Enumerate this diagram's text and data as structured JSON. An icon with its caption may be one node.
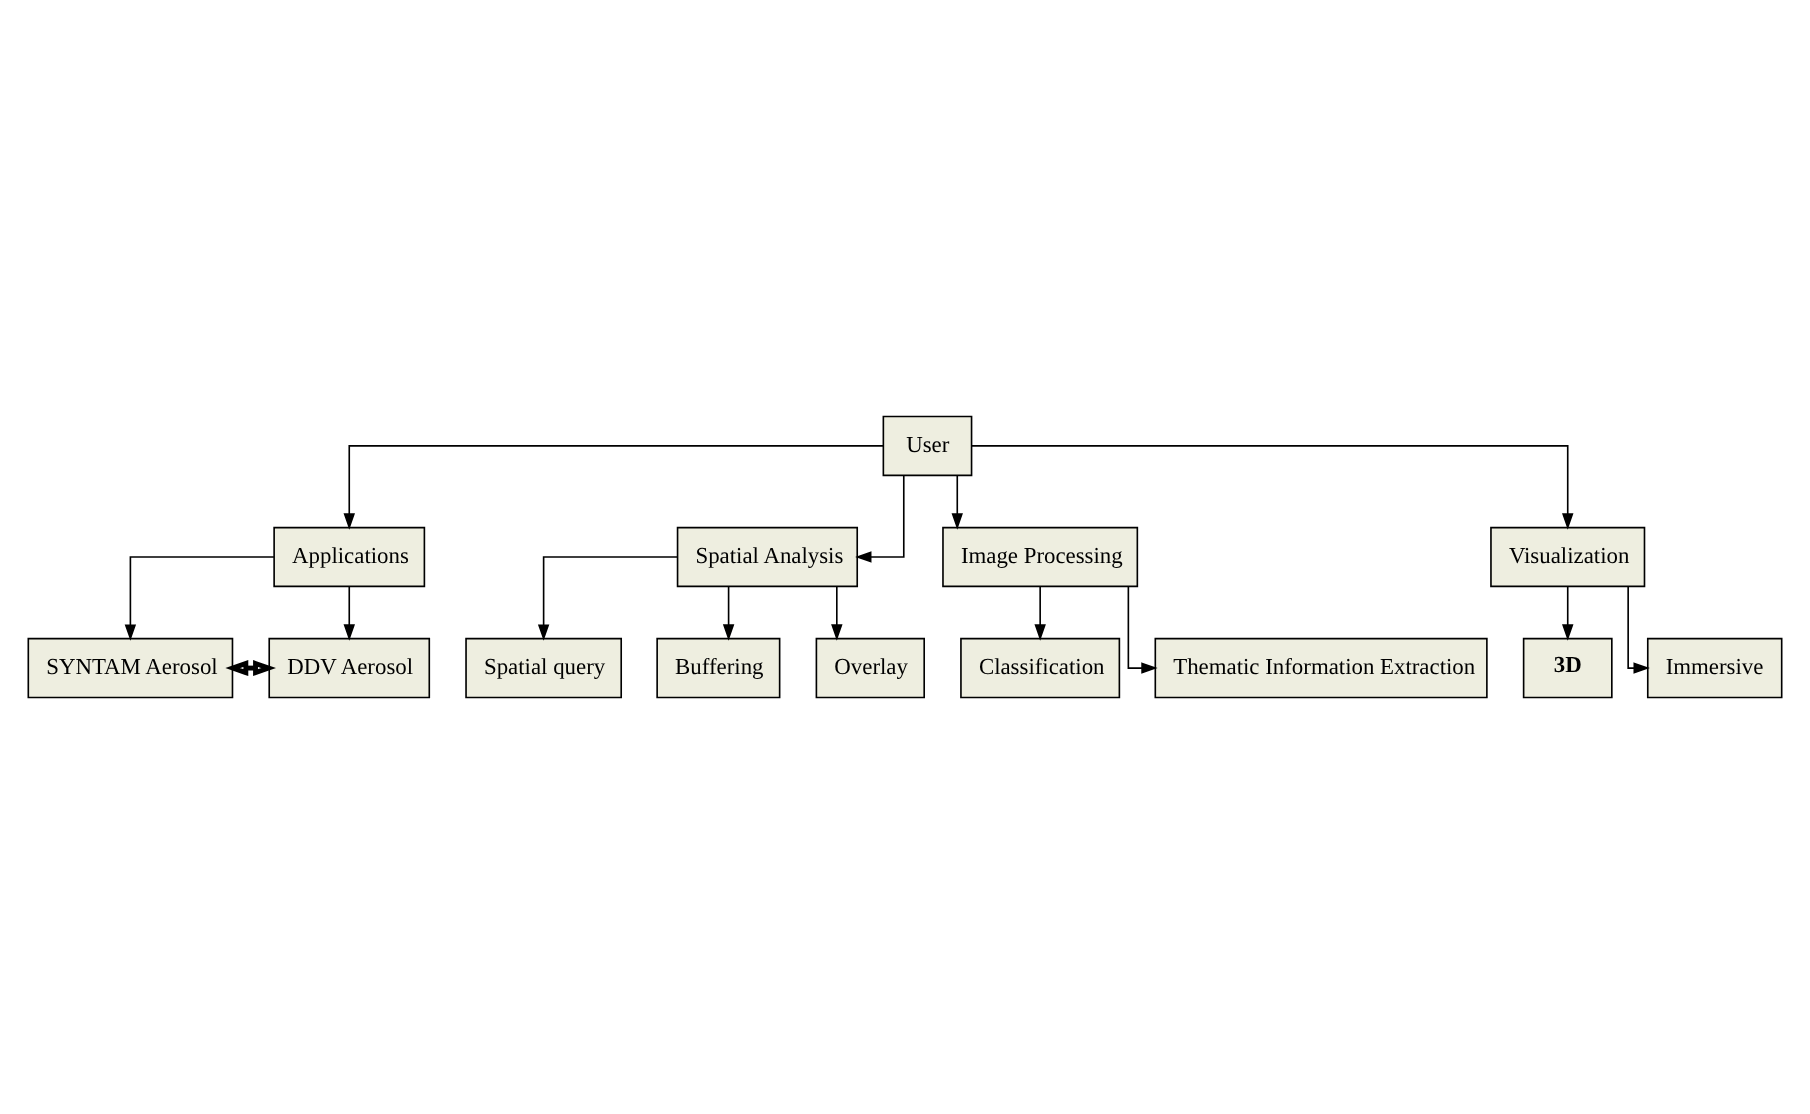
{
  "diagram": {
    "nodes": [
      {
        "text": [
          "User"
        ]
      },
      {
        "text": [
          "Applications"
        ]
      },
      {
        "text": [
          "Spatial Analysis"
        ]
      },
      {
        "text": [
          "Image Processing"
        ]
      },
      {
        "text": [
          "Visualization"
        ]
      },
      {
        "text": [
          "SYNTAM Aerosol"
        ]
      },
      {
        "text": [
          "DDV Aerosol"
        ]
      },
      {
        "text": [
          "3D"
        ]
      },
      {
        "text": [
          "Immersive"
        ]
      },
      {
        "text": [
          "Classification"
        ]
      },
      {
        "text": [
          "Thematic Information Extraction"
        ]
      },
      {
        "text": [
          "Spatial query"
        ]
      },
      {
        "text": [
          "Buffering"
        ]
      },
      {
        "text": [
          "Overlay"
        ]
      }
    ],
    "edges": [
      {
        "from": 0,
        "to": 1,
        "arrow": "to"
      },
      {
        "from": 0,
        "to": 2,
        "arrow": "to"
      },
      {
        "from": 0,
        "to": 3,
        "arrow": "to"
      },
      {
        "from": 0,
        "to": 4,
        "arrow": "to"
      },
      {
        "from": 1,
        "to": 5,
        "arrow": "to"
      },
      {
        "from": 1,
        "to": 6,
        "arrow": "to"
      },
      {
        "from": 5,
        "to": 6,
        "arrow": "both",
        "style": "thick"
      },
      {
        "from": 4,
        "to": 7,
        "arrow": "to"
      },
      {
        "from": 4,
        "to": 8,
        "arrow": "to"
      },
      {
        "from": 3,
        "to": 9,
        "arrow": "to"
      },
      {
        "from": 3,
        "to": 10,
        "arrow": "to"
      },
      {
        "from": 2,
        "to": 11,
        "arrow": "to"
      },
      {
        "from": 2,
        "to": 12,
        "arrow": "to"
      },
      {
        "from": 2,
        "to": 13,
        "arrow": "to"
      }
    ]
  }
}
